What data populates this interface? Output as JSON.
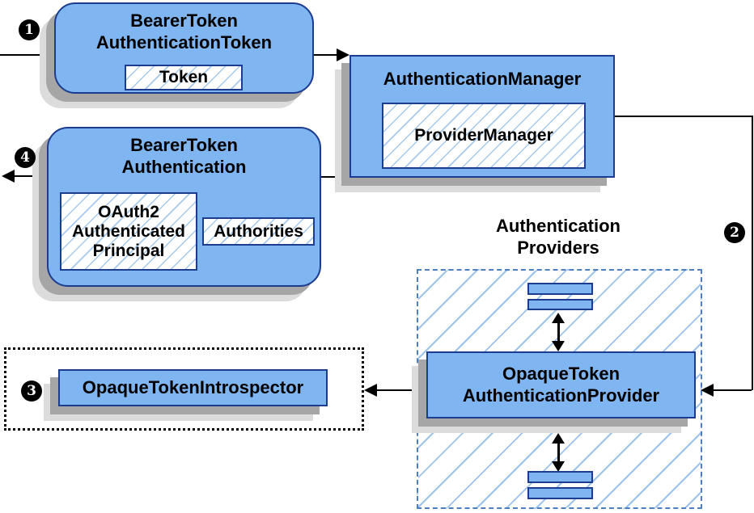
{
  "nodes": {
    "bearer_token_authentication_token": {
      "title": [
        "BearerToken",
        "AuthenticationToken"
      ],
      "token": "Token"
    },
    "authentication_manager": {
      "title": "AuthenticationManager",
      "provider_manager": "ProviderManager"
    },
    "bearer_token_authentication": {
      "title": [
        "BearerToken",
        "Authentication"
      ],
      "principal": [
        "OAuth2",
        "Authenticated",
        "Principal"
      ],
      "authorities": "Authorities"
    },
    "authentication_providers": {
      "label": [
        "Authentication",
        "Providers"
      ]
    },
    "opaque_token_authentication_provider": {
      "title": [
        "OpaqueToken",
        "AuthenticationProvider"
      ]
    },
    "opaque_token_introspector": {
      "title": "OpaqueTokenIntrospector"
    }
  },
  "steps": {
    "step1": "1",
    "step2": "2",
    "step3": "3",
    "step4": "4"
  },
  "colors": {
    "node_fill": "#7fb5f0",
    "node_border": "#1b3c8f",
    "hatch_line": "#a5c9f0",
    "providers_dash_border": "#4d7fc0",
    "shadow_dark": "#a6a6a6",
    "shadow_light": "#dcdcdc",
    "connector": "#000000",
    "step_badge_bg": "#000000",
    "step_badge_text": "#ffffff"
  }
}
